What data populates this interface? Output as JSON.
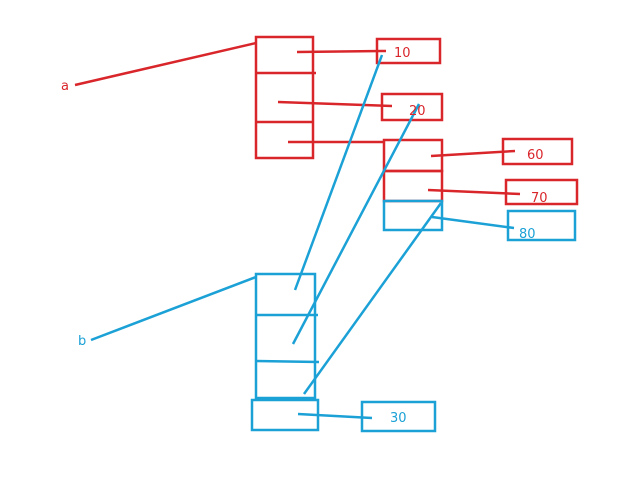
{
  "colors": {
    "red": "#d9262b",
    "blue": "#1ba1d6"
  },
  "labels": {
    "a": "a",
    "b": "b"
  },
  "values": {
    "v10": "10",
    "v20": "20",
    "v60": "60",
    "v70": "70",
    "v80": "80",
    "v30": "30"
  }
}
